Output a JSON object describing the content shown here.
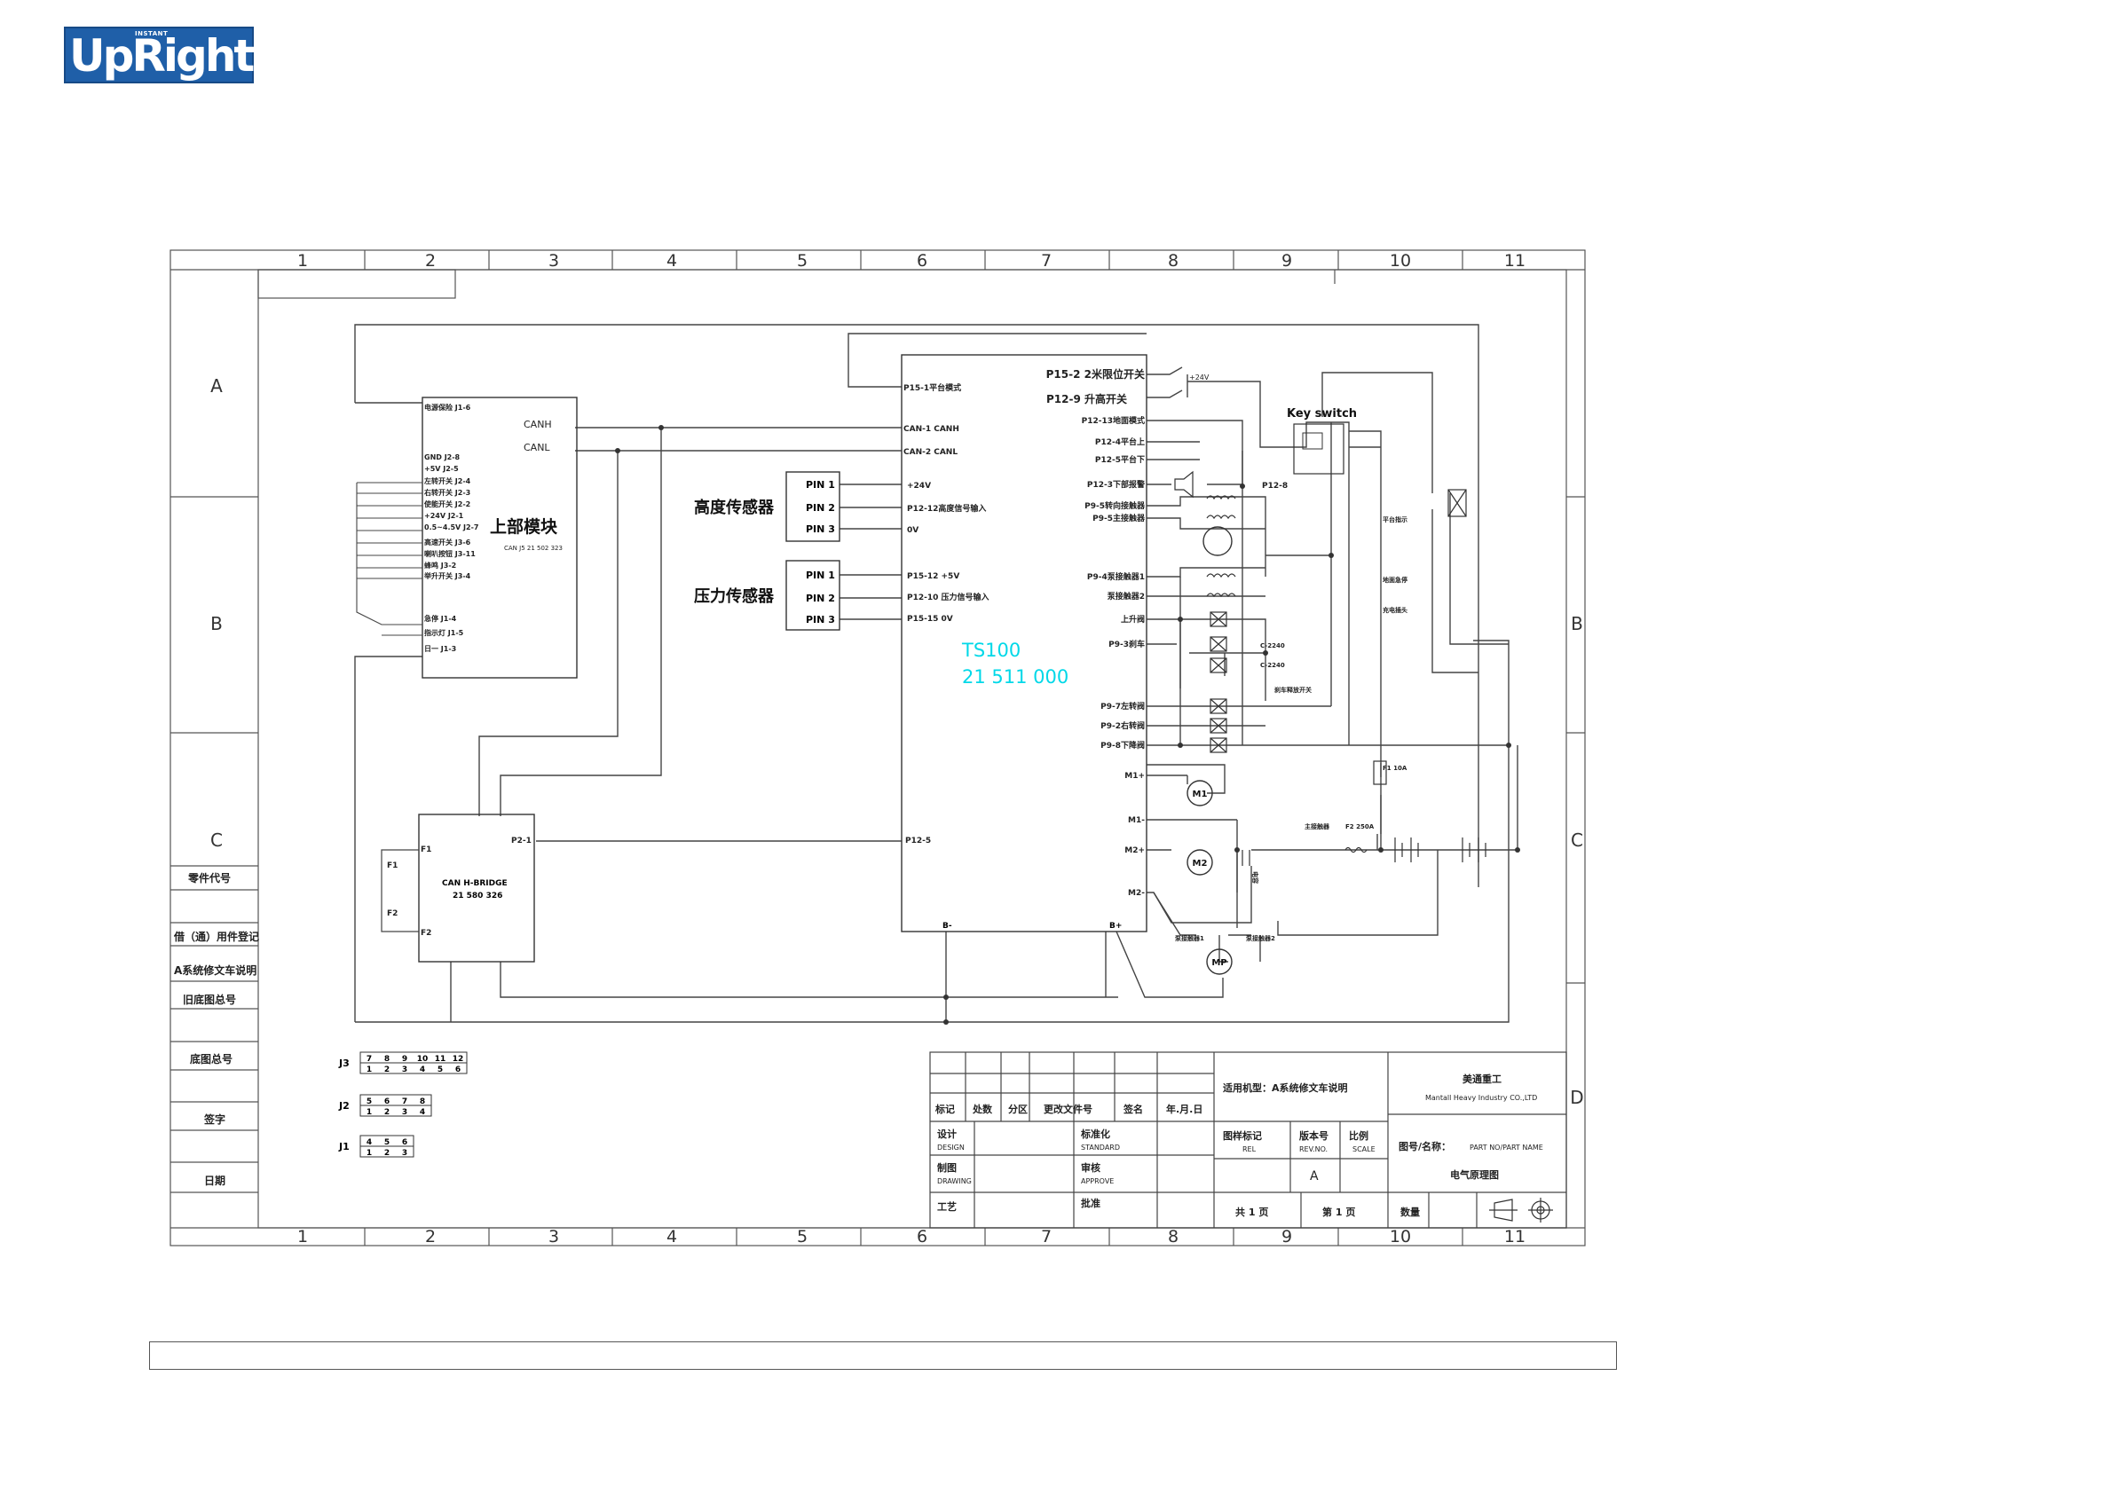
{
  "logo": {
    "text": "UpRight",
    "small_text": "INSTANT",
    "color": "#1f5fa8"
  },
  "frame": {
    "col_labels": [
      "1",
      "2",
      "3",
      "4",
      "5",
      "6",
      "7",
      "8",
      "9",
      "10",
      "11"
    ],
    "row_labels": [
      "A",
      "B",
      "C",
      "D"
    ]
  },
  "left_panel": {
    "rows": [
      "零件代号",
      "借（通）用件登记",
      "A系统修文车说明",
      "旧底图总号",
      "底图总号",
      "签字",
      "日期"
    ]
  },
  "upper_module": {
    "title": "上部模块",
    "canh": "CANH",
    "canl": "CANL",
    "pins": [
      "电源保险 J1-6",
      "GND J2-8",
      "+5V J2-5",
      "左转开关 J2-4",
      "右转开关 J2-3",
      "使能开关 J2-2",
      "+24V J2-1",
      "0.5~4.5V J2-7",
      "高速开关 J3-6",
      "喇叭按钮 J3-11",
      "蜂鸣 J3-2",
      "举升开关 J3-4",
      "急停 J1-4",
      "指示灯 J1-5",
      "日一 J1-3"
    ],
    "part": "CAN J5 21 502 323"
  },
  "height_sensor": {
    "label": "高度传感器",
    "pins": [
      "PIN 1",
      "PIN 2",
      "PIN 3"
    ]
  },
  "pressure_sensor": {
    "label": "压力传感器",
    "pins": [
      "PIN 1",
      "PIN 2",
      "PIN 3"
    ]
  },
  "controller": {
    "model": "TS100",
    "part": "21 511 000",
    "color": "#00d8e8",
    "left_pins": [
      "P15-1平台模式",
      "CAN-1 CANH",
      "CAN-2 CANL",
      "+24V",
      "P12-12高度信号输入",
      "0V",
      "P15-12 +5V",
      "P12-10 压力信号输入",
      "P15-15 0V",
      "P12-5"
    ],
    "right_pins": [
      "P15-2 2米限位开关",
      "P12-9 升高开关",
      "P12-13地面模式",
      "P12-4平台上",
      "P12-5平台下",
      "P12-3下部报警",
      "P9-5转向接触器",
      "P9-5主接触器",
      "P9-4泵接触器1",
      "泵接触器2",
      "上升阀",
      "P9-3刹车",
      "P9-7左转阀",
      "P9-2右转阀",
      "P9-8下降阀"
    ],
    "motor_pins": [
      "M1+",
      "M1-",
      "M2+",
      "M2-"
    ],
    "bottom_pins": [
      "B-",
      "B+"
    ]
  },
  "right_side": {
    "key_switch": "Key switch",
    "plus24": "+24V",
    "p12_8": "P12-8",
    "labels": [
      "平台指示",
      "地面急停",
      "充电插头"
    ],
    "coil_labels": [
      "C-2240",
      "C-2240"
    ],
    "brake_switch": "刹车释放开关",
    "fuse": "F1 10A",
    "main_contactor": "主接触器",
    "fuse2": "F2 250A",
    "motors": [
      "M1",
      "M2",
      "MP"
    ],
    "cap_label": "电容",
    "pump_contactors": [
      "泵接触器1",
      "泵接触器2"
    ]
  },
  "can_bridge": {
    "title": "CAN H-BRIDGE",
    "part": "21 580 326",
    "pins": [
      "F1",
      "F1",
      "F2",
      "F2",
      "P2-1"
    ]
  },
  "connectors": {
    "J3": {
      "label": "J3",
      "top": [
        "7",
        "8",
        "9",
        "10",
        "11",
        "12"
      ],
      "bottom": [
        "1",
        "2",
        "3",
        "4",
        "5",
        "6"
      ]
    },
    "J2": {
      "label": "J2",
      "top": [
        "5",
        "6",
        "7",
        "8"
      ],
      "bottom": [
        "1",
        "2",
        "3",
        "4"
      ]
    },
    "J1": {
      "label": "J1",
      "top": [
        "4",
        "5",
        "6"
      ],
      "bottom": [
        "1",
        "2",
        "3"
      ]
    }
  },
  "title_block": {
    "row_headers": [
      "标记",
      "处数",
      "分区",
      "更改文件号",
      "签名",
      "年.月.日"
    ],
    "design_cn": "设计",
    "design_en": "DESIGN",
    "drawing_cn": "制图",
    "drawing_en": "DRAWING",
    "process_cn": "工艺",
    "standard_cn": "标准化",
    "standard_en": "STANDARD",
    "approve_cn": "审核",
    "approve_en": "APPROVE",
    "authorize_cn": "批准",
    "applicable": "适用机型：A系统修文车说明",
    "company_cn": "美通重工",
    "company_en": "Mantall Heavy Industry CO.,LTD",
    "ref_cn": "图样标记",
    "ref_en": "REL",
    "rev_cn": "版本号",
    "rev_en": "REV.NO.",
    "scale_cn": "比例",
    "scale_en": "SCALE",
    "rev_value": "A",
    "part_label": "图号/名称：",
    "part_name_en": "PART NO/PART NAME",
    "drawing_name": "电气原理图",
    "total_sheets": "共 1 页",
    "sheet_no": "第 1 页",
    "qty": "数量"
  }
}
